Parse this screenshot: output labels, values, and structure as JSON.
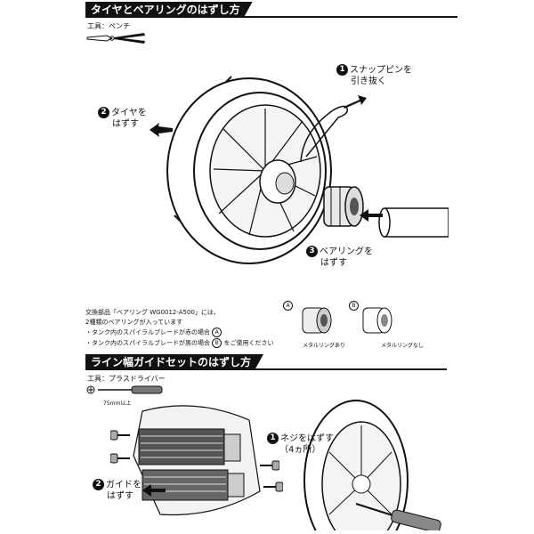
{
  "section1": {
    "title": "タイヤとベアリングのはずし方",
    "tool": "工具：ペンチ",
    "step1": {
      "num": "1",
      "line1": "スナップピンを",
      "line2": "引き抜く"
    },
    "step2": {
      "num": "2",
      "line1": "タイヤを",
      "line2": "はずす"
    },
    "step3": {
      "num": "3",
      "line1": "ベアリングを",
      "line2": "はずす"
    },
    "note": {
      "line1": "交換部品「ベアリング WG0012-A500」には、",
      "line2": "2種類のベアリングが入っています",
      "line3a": "・タンク内のスパイラルブレードが赤の場合",
      "line3b": "A",
      "line4a": "・タンク内のスパイラルブレードが黒の場合",
      "line4b": "B",
      "line4c": "をご使用ください"
    },
    "bearing_a": {
      "mark": "A",
      "caption": "メタルリングあり"
    },
    "bearing_b": {
      "mark": "B",
      "caption": "メタルリングなし"
    }
  },
  "section2": {
    "title": "ライン幅ガイドセットのはずし方",
    "tool": "工具：プラスドライバー",
    "screwdriver_caption": "75mm以上",
    "step1": {
      "num": "1",
      "line1": "ネジをはずす",
      "line2": "（4ヵ所）"
    },
    "step2": {
      "num": "2",
      "line1": "ガイドを",
      "line2": "はずす"
    }
  }
}
